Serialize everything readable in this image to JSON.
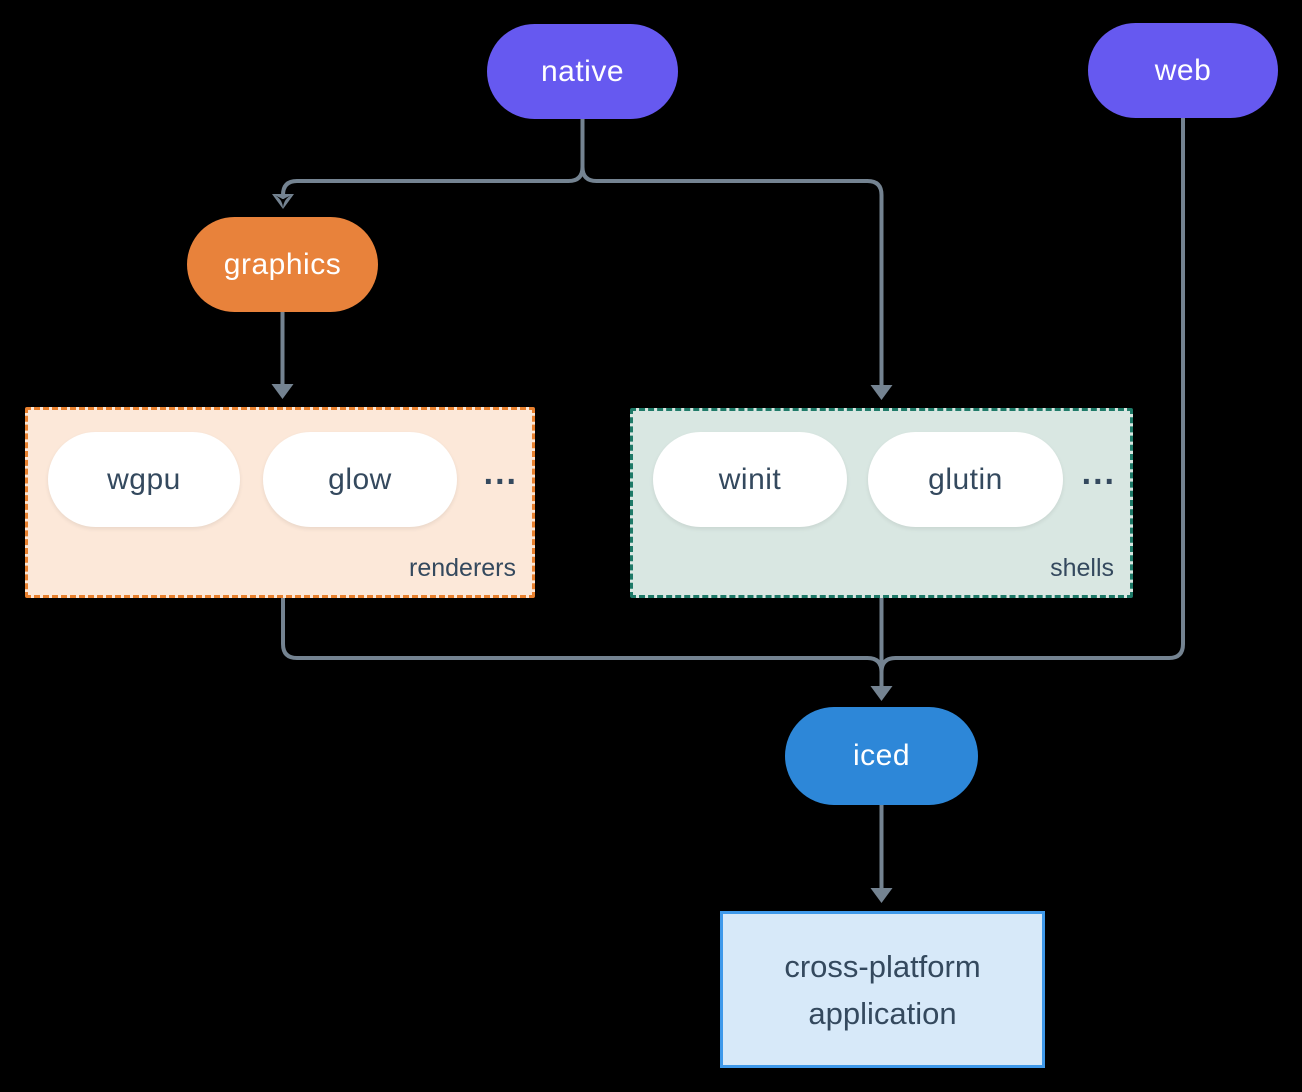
{
  "colors": {
    "background": "#000000",
    "edge": "#748391",
    "purple": "#6659f0",
    "orange": "#e8823b",
    "blue": "#2d87d8",
    "dark_text": "#34495e",
    "renderers_bg": "#fce8d9",
    "renderers_border": "#e8812f",
    "shells_bg": "#d9e7e2",
    "shells_border": "#1e7a68",
    "app_bg": "#d7e9f9",
    "app_border": "#3f99ea"
  },
  "nodes": {
    "native": {
      "label": "native"
    },
    "web": {
      "label": "web"
    },
    "graphics": {
      "label": "graphics"
    },
    "iced": {
      "label": "iced"
    }
  },
  "renderers": {
    "label": "renderers",
    "ellipsis": "...",
    "items": [
      {
        "label": "wgpu"
      },
      {
        "label": "glow"
      }
    ]
  },
  "shells": {
    "label": "shells",
    "ellipsis": "...",
    "items": [
      {
        "label": "winit"
      },
      {
        "label": "glutin"
      }
    ]
  },
  "application": {
    "line1": "cross-platform",
    "line2": "application"
  }
}
